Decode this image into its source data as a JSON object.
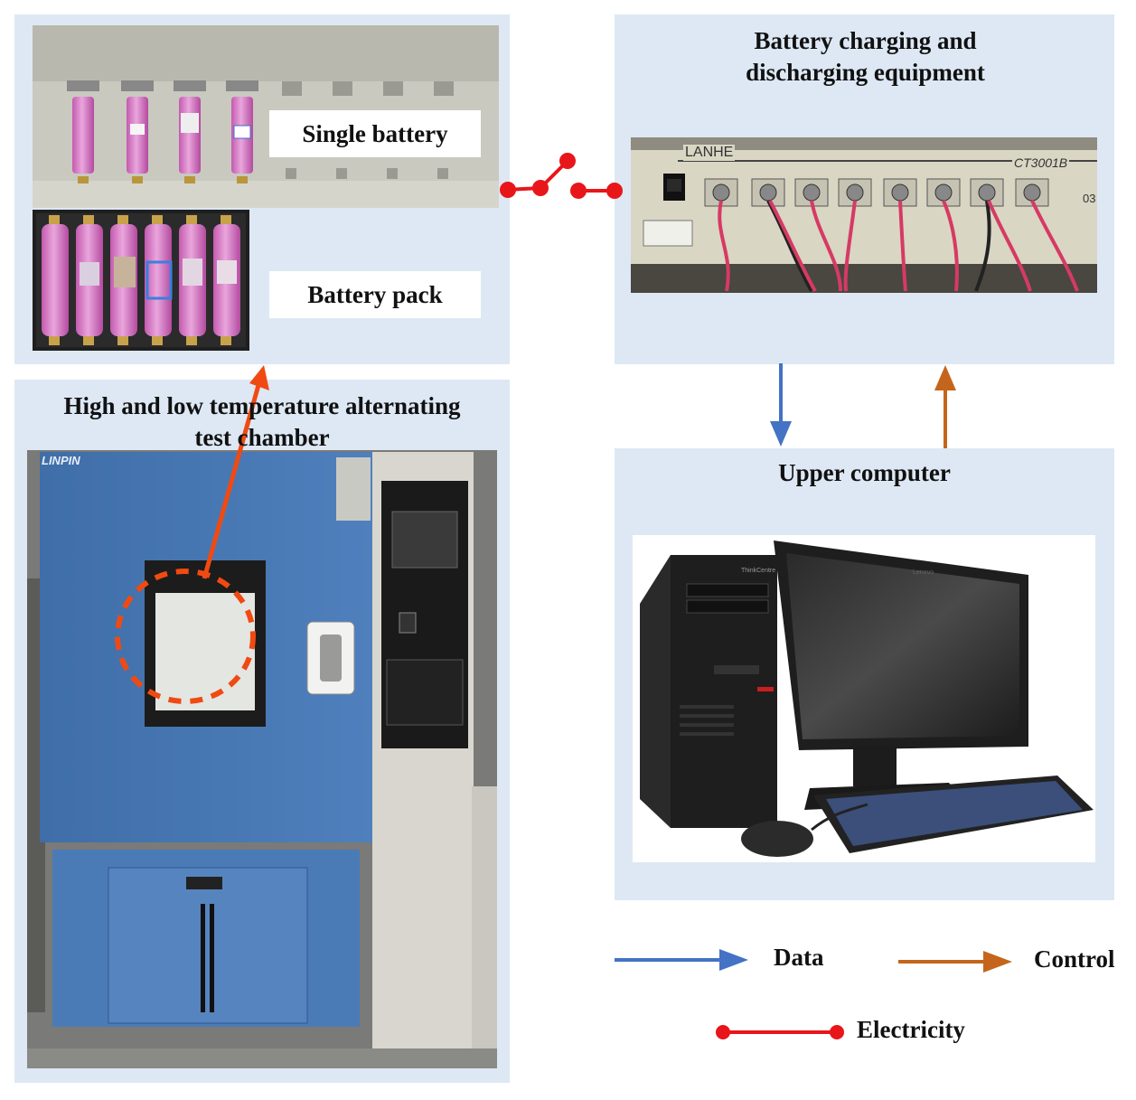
{
  "colors": {
    "panel_bg": "#dde8f4",
    "data_arrow": "#4472c4",
    "control_arrow": "#c5651b",
    "electricity": "#e8161b",
    "highlight": "#f04a12"
  },
  "battery_panel": {
    "single_label": "Single battery",
    "pack_label": "Battery pack"
  },
  "equipment_panel": {
    "title_line1": "Battery charging and",
    "title_line2": "discharging equipment",
    "brand": "LANHE",
    "model": "CT3001B",
    "partial_code": "03"
  },
  "chamber_panel": {
    "title_line1": "High and low temperature alternating",
    "title_line2": "test chamber",
    "brand": "LINPIN"
  },
  "computer_panel": {
    "title": "Upper computer",
    "monitor_brand": "Lenovo",
    "tower_brand": "ThinkCentre"
  },
  "legend": {
    "data": "Data",
    "control": "Control",
    "electricity": "Electricity"
  }
}
